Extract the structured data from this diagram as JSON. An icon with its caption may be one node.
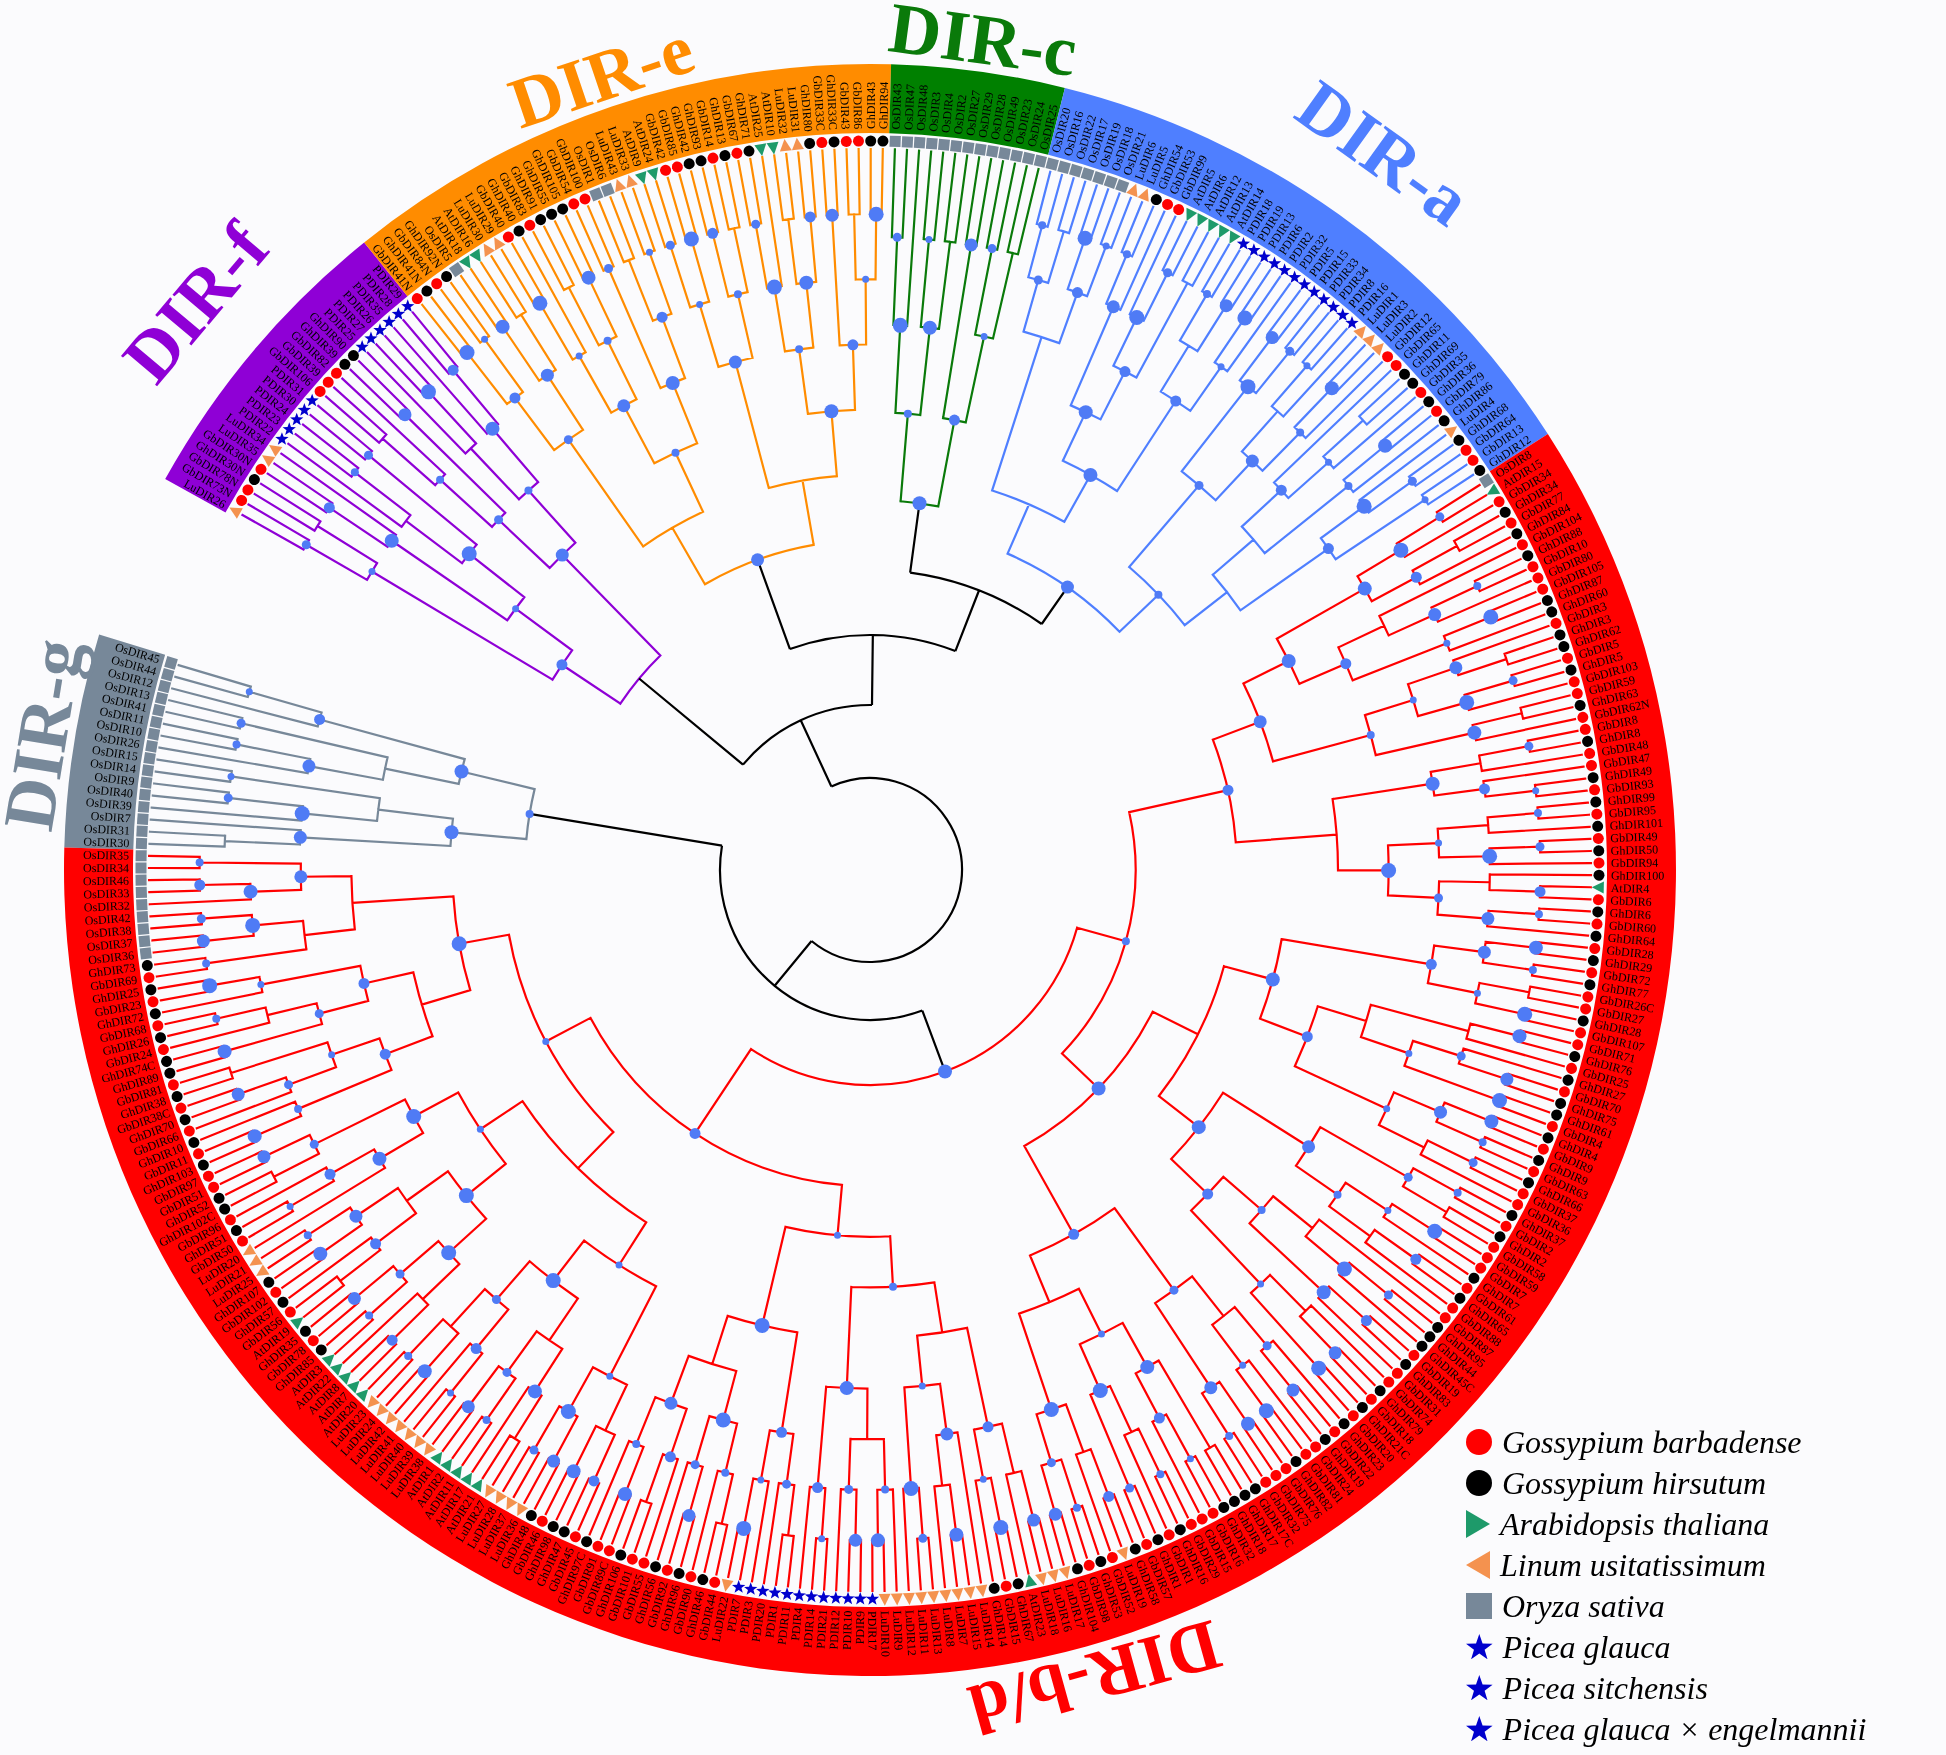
{
  "diagram": {
    "labels": [
      "DIR-f",
      "LuDIR26",
      "GbDIR73N",
      "GbDIR78N",
      "GhDIR30N",
      "GbDIR30N",
      "LuDIR35",
      "LuDIR34",
      "PDIR22",
      "PDIR23",
      "PDIR24",
      "PDIR30",
      "PDIR31",
      "GbDIR106",
      "GbDIR39",
      "GbDIR82",
      "GhDIR39",
      "GhDIR90",
      "PDIR25",
      "PDIR27",
      "PDIR26",
      "PDIR35",
      "PDIR28",
      "PDIR29",
      "DIR-e",
      "GbDIR41N",
      "GhDIR41N",
      "GbDIR84N",
      "GhDIR92N",
      "OsDIR5",
      "AtDIR18",
      "AtDIR16",
      "LuDIR30",
      "LuDIR29",
      "GbDIR40",
      "GhDIR40",
      "GbDIR83",
      "GhDIR91",
      "GhDIR55",
      "GhDIR105",
      "GbDIR54",
      "GbDIR100",
      "OsDIR1",
      "OsDIR6",
      "LuDIR43",
      "LuDIR33",
      "AtDIR9",
      "AtDIR24",
      "GbDIR42",
      "GbDIR85",
      "GhDIR42",
      "GhDIR93",
      "GbDIR14",
      "GhDIR13",
      "GbDIR67",
      "GhDIR71",
      "AtDIR25",
      "AtDIR10",
      "LuDIR32",
      "LuDIR31",
      "GhDIR80",
      "GbDIR33C",
      "GhDIR33C",
      "GbDIR43",
      "GbDIR86",
      "GhDIR43",
      "GhDIR94",
      "DIR-c",
      "OsDIR43",
      "OsDIR47",
      "OsDIR48",
      "OsDIR3",
      "OsDIR4",
      "OsDIR2",
      "OsDIR27",
      "OsDIR29",
      "OsDIR28",
      "OsDIR49",
      "OsDIR23",
      "OsDIR24",
      "OsDIR25",
      "DIR-a",
      "OsDIR20",
      "OsDIR16",
      "OsDIR22",
      "OsDIR17",
      "OsDIR19",
      "OsDIR18",
      "OsDIR21",
      "LuDIR6",
      "LuDIR5",
      "GhDIR54",
      "GbDIR53",
      "GbDIR99",
      "AtDIR5",
      "AtDIR6",
      "AtDIR12",
      "AtDIR13",
      "AtDIR14",
      "PDIR18",
      "PDIR19",
      "PDIR13",
      "PDIR6",
      "PDIR2",
      "PDIR32",
      "PDIR5",
      "PDIR15",
      "PDIR33",
      "PDIR34",
      "PDIR8",
      "PDIR16",
      "LuDIR1",
      "LuDIR3",
      "LuDIR2",
      "GbDIR12",
      "GbDIR65",
      "GhDIR11",
      "GhDIR69",
      "GbDIR35",
      "GhDIR36",
      "GbDIR79",
      "GhDIR86",
      "LuDIR4",
      "GhDIR68",
      "GbDIR64",
      "GbDIR13",
      "GhDIR12",
      "DIR-g",
      "OsDIR45",
      "OsDIR44",
      "OsDIR12",
      "OsDIR13",
      "OsDIR41",
      "OsDIR11",
      "OsDIR10",
      "OsDIR26",
      "OsDIR15",
      "OsDIR14",
      "OsDIR9",
      "OsDIR40",
      "OsDIR39",
      "OsDIR7",
      "OsDIR31",
      "OsDIR30",
      "DIR-b/d",
      "OsDIR35",
      "OsDIR34",
      "OsDIR46",
      "OsDIR33",
      "OsDIR32",
      "OsDIR42",
      "OsDIR38",
      "OsDIR37",
      "OsDIR36",
      "GhDIR73",
      "GbDIR69",
      "GhDIR25",
      "GbDIR23",
      "GhDIR72",
      "GbDIR68",
      "GhDIR26",
      "GbDIR24",
      "GhDIR74C",
      "GhDIR89",
      "GbDIR81",
      "GhDIR38",
      "GbDIR38C",
      "GhDIR70",
      "GbDIR66",
      "GhDIR10",
      "GbDIR11",
      "GhDIR103",
      "GbDIR97",
      "GbDIR51",
      "GhDIR52",
      "GhDIR102C",
      "GbDIR96",
      "GhDIR51",
      "GbDIR50",
      "LuDIR20",
      "LuDIR21",
      "LuDIR25",
      "GhDIR107",
      "GbDIR102",
      "GhDIR57",
      "GbDIR56",
      "AtDIR19",
      "GhDIR35",
      "GbDIR78",
      "GhDIR85",
      "AtDIR3",
      "AtDIR22",
      "AtDIR8",
      "AtDIR7",
      "AtDIR20",
      "LuDIR23",
      "LuDIR24",
      "LuDIR42",
      "LuDIR41",
      "LuDIR40",
      "LuDIR39",
      "LuDIR38",
      "AtDIR1",
      "AtDIR2",
      "AtDIR11",
      "AtDIR17",
      "AtDIR21",
      "LuDIR27",
      "LuDIR28",
      "LuDIR37",
      "LuDIR36",
      "GhDIR48",
      "GbDIR46",
      "GhDIR98",
      "GhDIR47",
      "GbDIR45",
      "GhDIR97C",
      "GbDIR91",
      "GbDIR89C",
      "GhDIR106",
      "GbDIR101",
      "GbDIR55",
      "GhDIR56",
      "GbDIR92",
      "GhDIR96",
      "GbDIR90",
      "GhDIR46",
      "GbDIR44",
      "LuDIR22",
      "PDIR7",
      "PDIR3",
      "PDIR20",
      "PDIR1",
      "PDIR11",
      "PDIR4",
      "PDIR14",
      "PDIR21",
      "PDIR12",
      "PDIR10",
      "PDIR9",
      "PDIR17",
      "LuDIR10",
      "LuDIR9",
      "LuDIR12",
      "LuDIR11",
      "LuDIR13",
      "LuDIR8",
      "LuDIR7",
      "LuDIR15",
      "LuDIR14",
      "GhDIR14",
      "GbDIR15",
      "GhDIR67",
      "AtDIR23",
      "LuDIR18",
      "LuDIR16",
      "LuDIR17",
      "GhDIR104",
      "GbDIR98",
      "GhDIR53",
      "GbDIR52",
      "LuDIR19",
      "GhDIR58",
      "GbDIR57",
      "GhDIR1",
      "GbDIR1",
      "GhDIR16",
      "GbDIR29",
      "GbDIR15",
      "GbDIR16",
      "GhDIR32",
      "GhDIR18",
      "GhDIR17",
      "GhDIR17C",
      "GbDIR32",
      "GbDIR75",
      "GbDIR76",
      "GhDIR82",
      "GbDIR81",
      "GbDIR24",
      "GhDIR19",
      "GbDIR22",
      "GhDIR23",
      "GbDIR20",
      "GhDIR21C",
      "GbDIR18",
      "GhDIR79",
      "GbDIR74",
      "GbDIR31",
      "GhDIR83",
      "GbDIR19",
      "GhDIR45C",
      "GhDIR44",
      "GhDIR95",
      "GbDIR87",
      "GbDIR88",
      "GhDIR65",
      "GbDIR61",
      "GhDIR7",
      "GbDIR7",
      "GbDIR59",
      "GbDIR58",
      "GhDIR2",
      "GbDIR2",
      "GhDIR37",
      "GbDIR36",
      "GbDIR37",
      "GhDIR66",
      "GbDIR63",
      "GhDIR9",
      "GbDIR9",
      "GhDIR4",
      "GbDIR4",
      "GhDIR61",
      "GhDIR75",
      "GbDIR70",
      "GhDIR27",
      "GbDIR25",
      "GhDIR76",
      "GbDIR71",
      "GbDIR107",
      "GhDIR28",
      "GbDIR27",
      "GbDIR26C",
      "GhDIR77",
      "GbDIR72",
      "GhDIR29",
      "GbDIR28",
      "GhDIR64",
      "GbDIR60",
      "GhDIR6",
      "GbDIR6",
      "AtDIR4",
      "GhDIR100",
      "GbDIR94",
      "GhDIR50",
      "GbDIR49",
      "GhDIR101",
      "GbDIR95",
      "GhDIR99",
      "GbDIR93",
      "GhDIR49",
      "GbDIR47",
      "GbDIR48",
      "GhDIR8",
      "GbDIR8",
      "GbDIR62N",
      "GhDIR63",
      "GbDIR59",
      "GbDIR103",
      "GhDIR5",
      "GbDIR5",
      "GhDIR62",
      "GhDIR3",
      "GbDIR3",
      "GhDIR60",
      "GhDIR87",
      "GbDIR105",
      "GbDIR80",
      "GbDIR10",
      "GhDIR88",
      "GbDIR104",
      "GhDIR84",
      "GbDIR77",
      "GhDIR34",
      "GbDIR34",
      "AtDIR15",
      "OsDIR8"
    ],
    "legend": [
      {
        "text": "Gossypium barbadense",
        "color": "#ff0000"
      },
      {
        "text": "Gossypium hirsutum",
        "color": "#000000"
      },
      {
        "text": "Arabidopsis thaliana",
        "color": "#1e9a6a"
      },
      {
        "text": "Linum usitatissimum",
        "color": "#f4924f"
      },
      {
        "text": "Oryza sativa",
        "color": "#778899"
      },
      {
        "text": "Picea glauca",
        "color": "#0000cd"
      },
      {
        "text": "Picea sitchensis",
        "color": "#0000cd"
      },
      {
        "text": "Picea glauca × engelmannii",
        "color": "#0000cd"
      }
    ]
  }
}
